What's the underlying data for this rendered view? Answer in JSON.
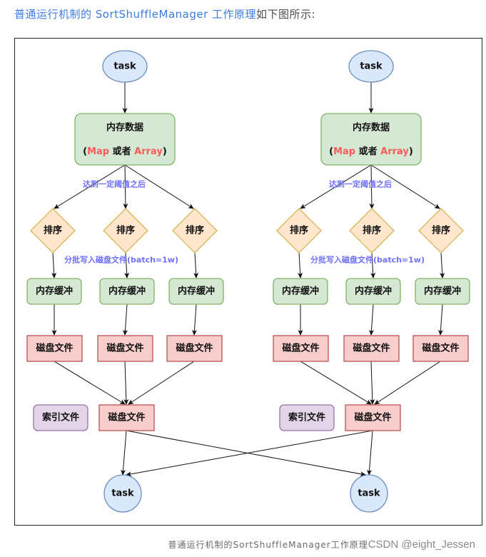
{
  "intro": {
    "link_text": "普通运行机制的 SortShuffleManager 工作原理",
    "rest_text": "如下图所示:"
  },
  "diagram": {
    "groups": [
      {
        "task_top": "task",
        "memory_data": {
          "line1": "内存数据",
          "open": "(",
          "map": "Map",
          "or": " 或者 ",
          "array": "Array",
          "close": ")"
        },
        "threshold_note": "达到一定阈值之后",
        "sorts": [
          "排序",
          "排序",
          "排序"
        ],
        "batch_note": "分批写入磁盘文件(batch=1w)",
        "buffers": [
          "内存缓冲",
          "内存缓冲",
          "内存缓冲"
        ],
        "disk_files": [
          "磁盘文件",
          "磁盘文件",
          "磁盘文件"
        ],
        "index_file": "索引文件",
        "merged_disk_file": "磁盘文件"
      },
      {
        "task_top": "task",
        "memory_data": {
          "line1": "内存数据",
          "open": "(",
          "map": "Map",
          "or": " 或者 ",
          "array": "Array",
          "close": ")"
        },
        "threshold_note": "达到一定阈值之后",
        "sorts": [
          "排序",
          "排序",
          "排序"
        ],
        "batch_note": "分批写入磁盘文件(batch=1w)",
        "buffers": [
          "内存缓冲",
          "内存缓冲",
          "内存缓冲"
        ],
        "disk_files": [
          "磁盘文件",
          "磁盘文件",
          "磁盘文件"
        ],
        "index_file": "索引文件",
        "merged_disk_file": "磁盘文件"
      }
    ],
    "bottom_tasks": [
      "task",
      "task"
    ],
    "colors": {
      "task_fill": "#dae8fc",
      "task_stroke": "#6c8ebf",
      "green_fill": "#d5e8d4",
      "green_stroke": "#82b366",
      "diamond_fill": "#ffe6cc",
      "diamond_stroke": "#d6b656",
      "disk_fill": "#f8cecc",
      "disk_stroke": "#b85450",
      "index_fill": "#e1d5e7",
      "index_stroke": "#9673a6",
      "note": "#6f6fff",
      "highlight": "#ff5b5b"
    }
  },
  "caption": {
    "title": "普通运行机制的SortShuffleManager工作原理",
    "brand": "CSDN @eight_Jessen"
  }
}
